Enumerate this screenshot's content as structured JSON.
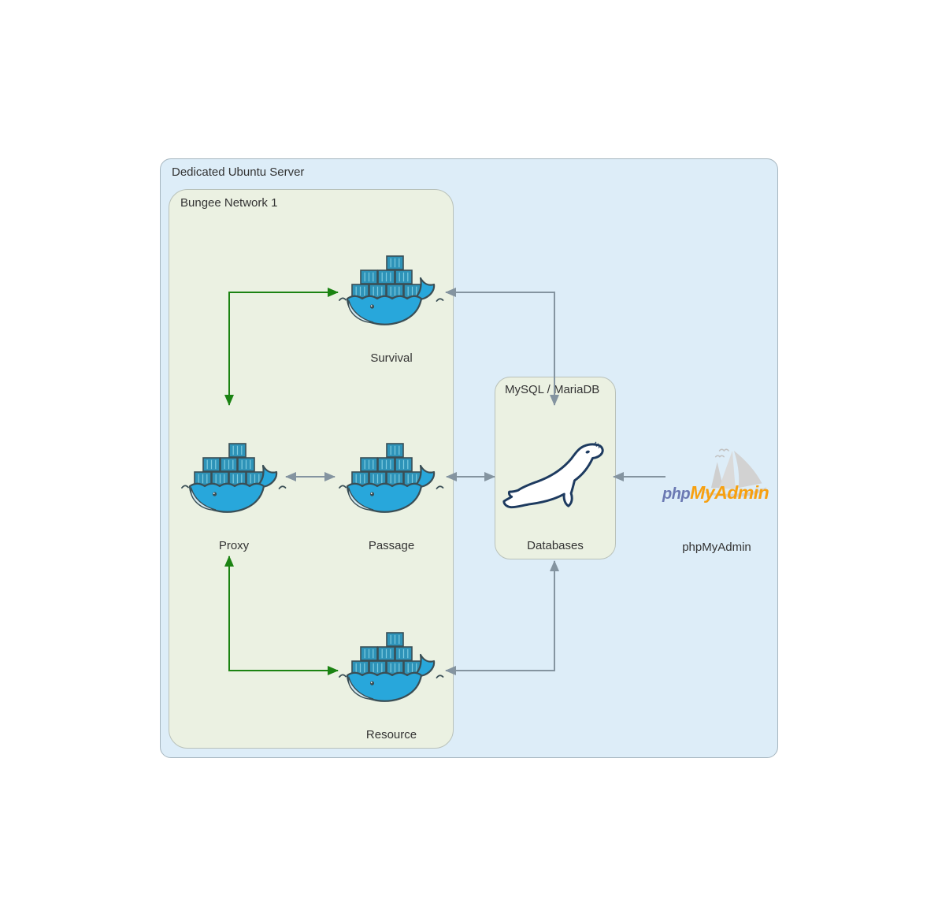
{
  "colors": {
    "canvas_bg": "#ffffff",
    "outer_fill": "#ddedf8",
    "outer_border": "#a6b6bf",
    "group_fill": "#ebf1e2",
    "group_border": "#b9c1b9",
    "arrow_green": "#1b8312",
    "arrow_gray": "#8494a0",
    "label_text": "#333333",
    "docker_blue": "#28a7db",
    "docker_outline": "#3a4e55",
    "docker_container": "#2e93b8",
    "mariadb_navy": "#1d3a5f",
    "php_slate": "#6b79b3",
    "myadmin_orange": "#f7a00f",
    "sail_gray": "#d2d2d2"
  },
  "containers": {
    "server": {
      "label": "Dedicated Ubuntu Server"
    },
    "network": {
      "label": "Bungee Network 1"
    },
    "database": {
      "label": "MySQL / MariaDB"
    }
  },
  "nodes": {
    "survival": {
      "label": "Survival",
      "icon": "docker-whale-icon"
    },
    "proxy": {
      "label": "Proxy",
      "icon": "docker-whale-icon"
    },
    "passage": {
      "label": "Passage",
      "icon": "docker-whale-icon"
    },
    "resource": {
      "label": "Resource",
      "icon": "docker-whale-icon"
    },
    "databases": {
      "label": "Databases",
      "icon": "mariadb-seal-icon"
    },
    "phpmyadmin": {
      "label": "phpMyAdmin",
      "icon": "phpmyadmin-sailboat-icon",
      "wordmark": {
        "php": "php",
        "myadmin": "MyAdmin"
      }
    }
  },
  "edges": [
    {
      "from": "proxy",
      "to": "survival",
      "color": "green",
      "shape": "elbow",
      "arrowheads": "both"
    },
    {
      "from": "proxy",
      "to": "resource",
      "color": "green",
      "shape": "elbow",
      "arrowheads": "both"
    },
    {
      "from": "survival",
      "to": "databases",
      "color": "gray",
      "shape": "elbow",
      "arrowheads": "both"
    },
    {
      "from": "resource",
      "to": "databases",
      "color": "gray",
      "shape": "elbow",
      "arrowheads": "both"
    },
    {
      "from": "proxy",
      "to": "passage",
      "color": "gray",
      "shape": "straight",
      "arrowheads": "both"
    },
    {
      "from": "passage",
      "to": "databases",
      "color": "gray",
      "shape": "straight",
      "arrowheads": "both"
    },
    {
      "from": "phpmyadmin",
      "to": "databases",
      "color": "gray",
      "shape": "straight",
      "arrowheads": "end"
    }
  ]
}
